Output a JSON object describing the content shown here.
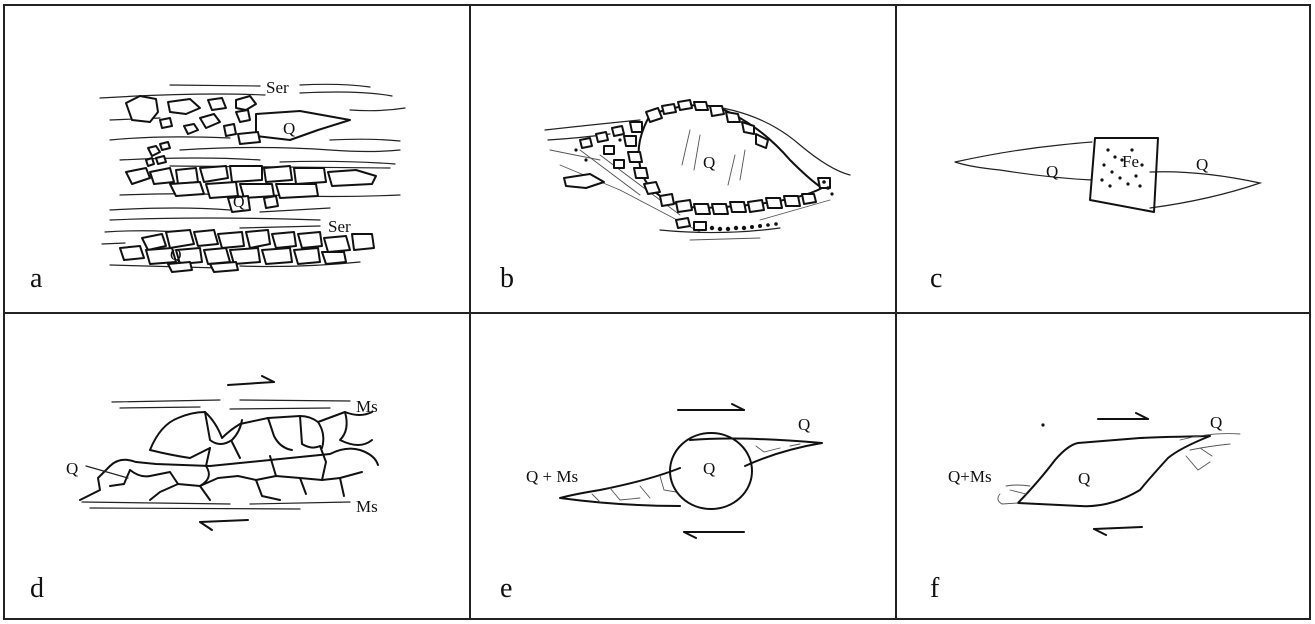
{
  "panels": {
    "a": {
      "letter": "a",
      "labels": {
        "ser_top": "Ser",
        "q_upper": "Q",
        "q_mid": "Q",
        "ser_bottom": "Ser",
        "q_lower": "Q"
      }
    },
    "b": {
      "letter": "b",
      "labels": {
        "q": "Q"
      }
    },
    "c": {
      "letter": "c",
      "labels": {
        "fe": "Fe",
        "q_left": "Q",
        "q_right": "Q"
      }
    },
    "d": {
      "letter": "d",
      "labels": {
        "ms_top": "Ms",
        "q": "Q",
        "ms_bottom": "Ms"
      }
    },
    "e": {
      "letter": "e",
      "labels": {
        "q_tail": "Q",
        "q_ms": "Q + Ms",
        "q_core": "Q"
      }
    },
    "f": {
      "letter": "f",
      "labels": {
        "q_tail": "Q",
        "q_ms": "Q+Ms",
        "q_core": "Q"
      }
    }
  }
}
